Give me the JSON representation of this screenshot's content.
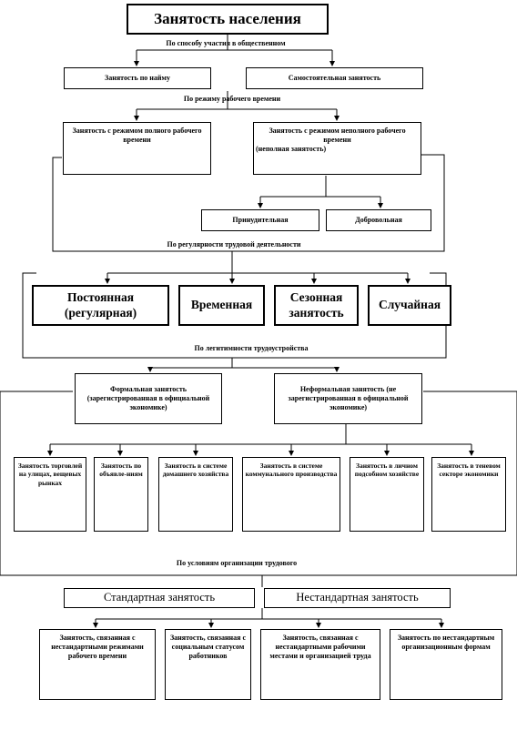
{
  "title": "Занятость населения",
  "criteria": {
    "participation": "По способу участия в общественном",
    "work_time": "По режиму рабочего времени",
    "regularity": "По регулярности трудовой деятельности",
    "legality": "По легитимности трудоустройства",
    "organization": "По условиям организации трудового"
  },
  "participation": {
    "hired": "Занятость по найму",
    "self": "Самостоятельная занятость"
  },
  "work_time": {
    "full": "Занятость с режимом полного рабочего времени",
    "partial_line1": "Занятость с режимом неполного рабочего времени",
    "partial_line2": "(неполная занятость)",
    "forced": "Принудительная",
    "voluntary": "Добровольная"
  },
  "regularity": {
    "permanent_line1": "Постоянная",
    "permanent_line2": "(регулярная)",
    "temporary": "Временная",
    "seasonal": "Сезонная занятость",
    "casual": "Случайная"
  },
  "legality": {
    "formal": "Формальная занятость (зарегистрированная в официальной экономике)",
    "informal": "Неформальная занятость (не зарегистрированная в официальной экономике)",
    "items": [
      "Занятость торговлей на улицах, вещевых рынках",
      "Занятость по объявле-ниям",
      "Занятость в системе домашнего хозяйства",
      "Занятость в системе коммунального производства",
      "Занятость в личном подсобном хозяйстве",
      "Занятость в теневом секторе экономики"
    ]
  },
  "organization": {
    "standard": "Стандартная занятость",
    "nonstandard": "Нестандартная занятость",
    "items": [
      "Занятость, связанная с нестандартными режимами рабочего времени",
      "Занятость, связанная с социальным статусом работников",
      "Занятость, связанная с нестандартными рабочими местами и организацией труда",
      "Занятость по нестандартным организационным формам"
    ]
  }
}
